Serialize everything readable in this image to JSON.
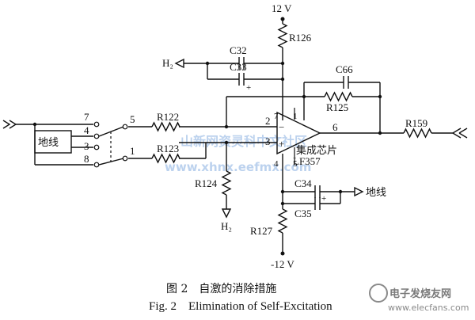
{
  "supply": {
    "positive": "12 V",
    "negative": "-12 V"
  },
  "resistors": {
    "r126": "R126",
    "r125": "R125",
    "r122": "R122",
    "r123": "R123",
    "r124": "R124",
    "r127": "R127",
    "r159": "R159"
  },
  "capacitors": {
    "c32": "C32",
    "c33": "C33",
    "c66": "C66",
    "c34": "C34",
    "c35": "C35"
  },
  "nodes": {
    "h2_top": "H₂",
    "h2_bottom": "H₂",
    "ground_left": "地线",
    "ground_right": "地线"
  },
  "switch_pins": {
    "p7": "7",
    "p4": "4",
    "p3": "3",
    "p8": "8",
    "p5": "5",
    "p1": "1"
  },
  "opamp": {
    "pin2": "2",
    "pin3": "3",
    "pin4": "4",
    "pin5": "5",
    "pin6": "6",
    "pin7": "7",
    "pin1": "1",
    "minus": "−",
    "plus": "+",
    "label_cn": "集成芯片",
    "label_part": "LF357"
  },
  "polarity": {
    "c33": "+",
    "c35": "+"
  },
  "caption": {
    "cn": "图 2　自激的消除措施",
    "en": "Fig. 2　Elimination of Self-Excitation"
  },
  "watermark": {
    "cn": "电子发烧友网",
    "url": "www.elecfans.com",
    "bg_cn": "山新网资灵科中文社区",
    "bg_url": "www.xhnx.eefmx.com"
  }
}
